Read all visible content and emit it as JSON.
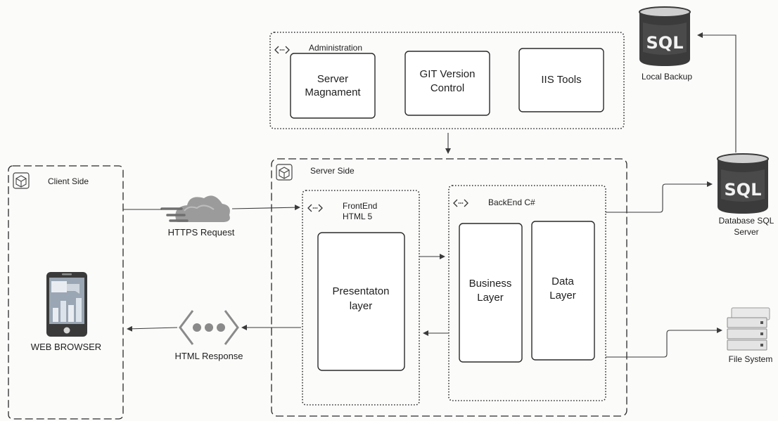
{
  "groups": {
    "administration": {
      "label": "Administration"
    },
    "client_side": {
      "label": "Client Side"
    },
    "server_side": {
      "label": "Server Side"
    },
    "frontend": {
      "label_line1": "FrontEnd",
      "label_line2": "HTML 5"
    },
    "backend": {
      "label": "BackEnd C#"
    }
  },
  "admin_items": {
    "server_management": {
      "line1": "Server",
      "line2": "Magnament"
    },
    "git_version_control": {
      "line1": "GIT Version",
      "line2": "Control"
    },
    "iis_tools": {
      "line1": "IIS Tools"
    }
  },
  "layers": {
    "presentation": {
      "line1": "Presentaton",
      "line2": "layer"
    },
    "business": {
      "line1": "Business",
      "line2": "Layer"
    },
    "data": {
      "line1": "Data",
      "line2": "Layer"
    }
  },
  "nodes": {
    "local_backup": {
      "icon_text": "SQL",
      "label": "Local Backup"
    },
    "database": {
      "icon_text": "SQL",
      "label_line1": "Database SQL",
      "label_line2": "Server"
    },
    "file_system": {
      "label": "File System"
    },
    "web_browser": {
      "label": "WEB BROWSER"
    }
  },
  "connections": {
    "https_request": {
      "label": "HTTPS Request"
    },
    "html_response": {
      "label": "HTML Response"
    }
  },
  "icons": {
    "group_icon": "cube-icon",
    "code_icon": "code-brackets-icon",
    "database_icon": "sql-database-icon",
    "file_icon": "file-server-icon",
    "cloud_icon": "cloud-request-icon",
    "response_icon": "ellipsis-brackets-icon",
    "phone_icon": "mobile-phone-icon"
  },
  "colors": {
    "line": "#3a3a3a",
    "db_top": "#cfcfcf",
    "db_body": "#3b3b3b",
    "phone_screen": "#9aa6b3"
  }
}
